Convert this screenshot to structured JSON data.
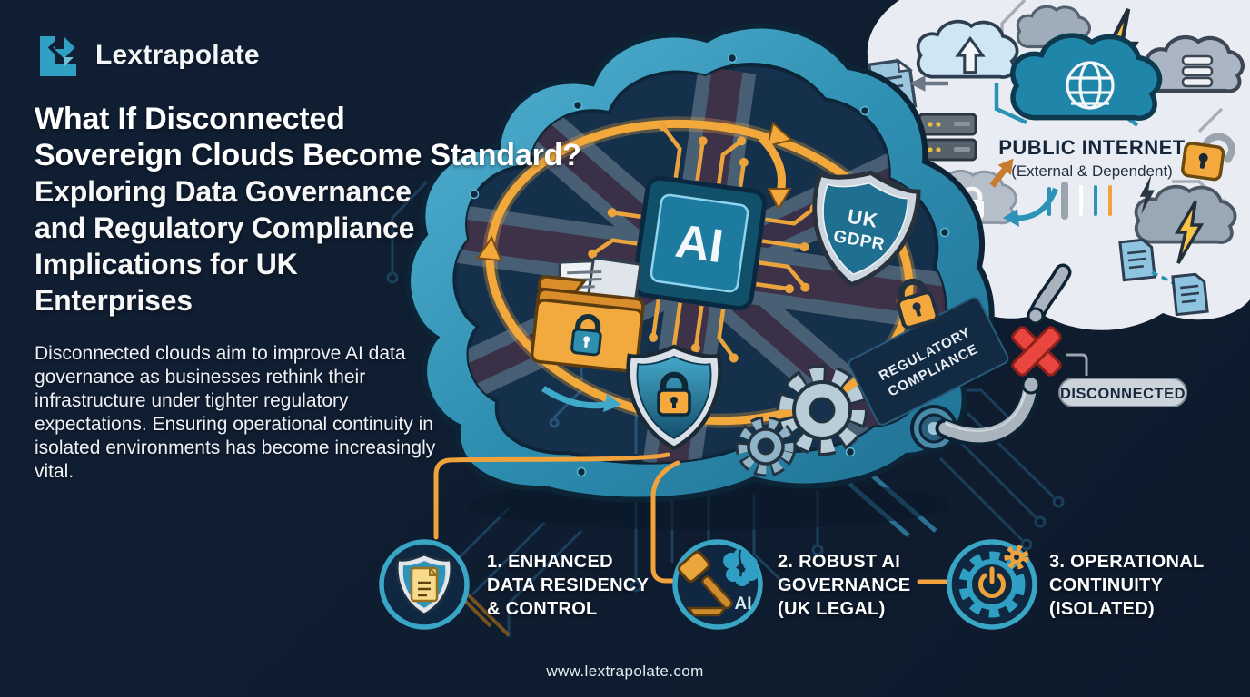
{
  "brand": {
    "name": "Lextrapolate"
  },
  "headline": {
    "lines": [
      "What If Disconnected",
      "Sovereign Clouds Become Standard?",
      "Exploring Data Governance",
      "and Regulatory Compliance",
      "Implications for UK",
      "Enterprises"
    ]
  },
  "intro": {
    "text": "Disconnected clouds aim to improve AI data governance as businesses rethink their infrastructure under tighter regulatory expectations. Ensuring operational continuity in isolated environments has become increasingly vital."
  },
  "sovereign_cloud": {
    "chip_label": "AI",
    "gdpr_line1": "UK",
    "gdpr_line2": "GDPR",
    "compliance_line1": "REGULATORY",
    "compliance_line2": "COMPLIANCE"
  },
  "public_internet": {
    "title": "PUBLIC INTERNET",
    "subtitle": "(External & Dependent)"
  },
  "disconnected_badge": {
    "label": "DISCONNECTED"
  },
  "benefits": [
    {
      "line1": "1. ENHANCED",
      "line2": "DATA RESIDENCY",
      "line3": "& CONTROL",
      "icon": "shield-document"
    },
    {
      "line1": "2. ROBUST AI",
      "line2": "GOVERNANCE",
      "line3": "(UK LEGAL)",
      "icon": "gavel-ai-brain",
      "icon_label": "AI"
    },
    {
      "line1": "3. OPERATIONAL",
      "line2": "CONTINUITY",
      "line3": "(ISOLATED)",
      "icon": "gear-power"
    }
  ],
  "footer": {
    "website": "www.lextrapolate.com"
  },
  "colors": {
    "background": "#101f33",
    "teal": "#2f9fc4",
    "amber": "#f0a23c",
    "light_cloud": "#e9edf3",
    "alert_red": "#e64840"
  }
}
